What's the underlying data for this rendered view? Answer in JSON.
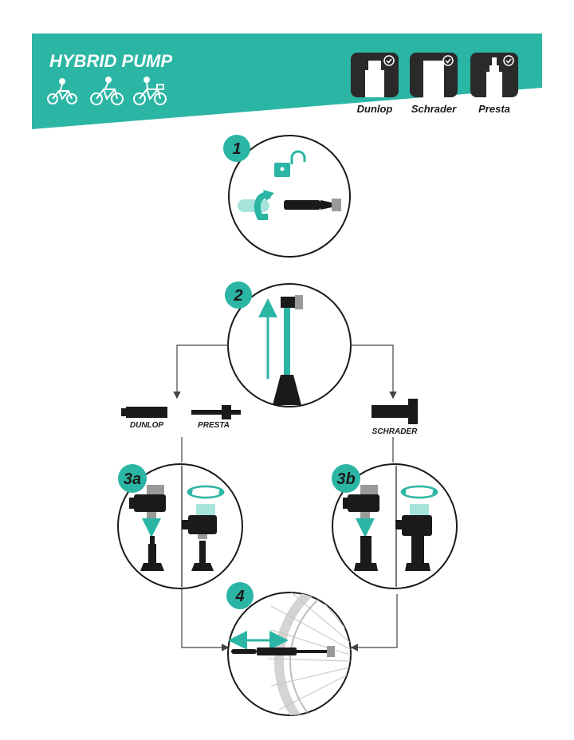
{
  "banner": {
    "title": "HYBRID PUMP",
    "bike_icons": [
      "child-bike-icon",
      "city-bike-icon",
      "basket-bike-icon"
    ]
  },
  "valve_types": [
    {
      "label": "Dunlop",
      "icon": "dunlop-valve-icon"
    },
    {
      "label": "Schrader",
      "icon": "schrader-valve-icon"
    },
    {
      "label": "Presta",
      "icon": "presta-valve-icon"
    }
  ],
  "steps": {
    "step1": "1",
    "step2": "2",
    "step3a": "3a",
    "step3b": "3b",
    "step4": "4"
  },
  "branch_labels": {
    "dunlop": "DUNLOP",
    "presta": "PRESTA",
    "schrader": "SCHRADER"
  },
  "colors": {
    "accent": "#2bb5a4",
    "dark": "#1a1a1a",
    "grey": "#9a9a9a",
    "light_grey": "#d4d4d4"
  }
}
